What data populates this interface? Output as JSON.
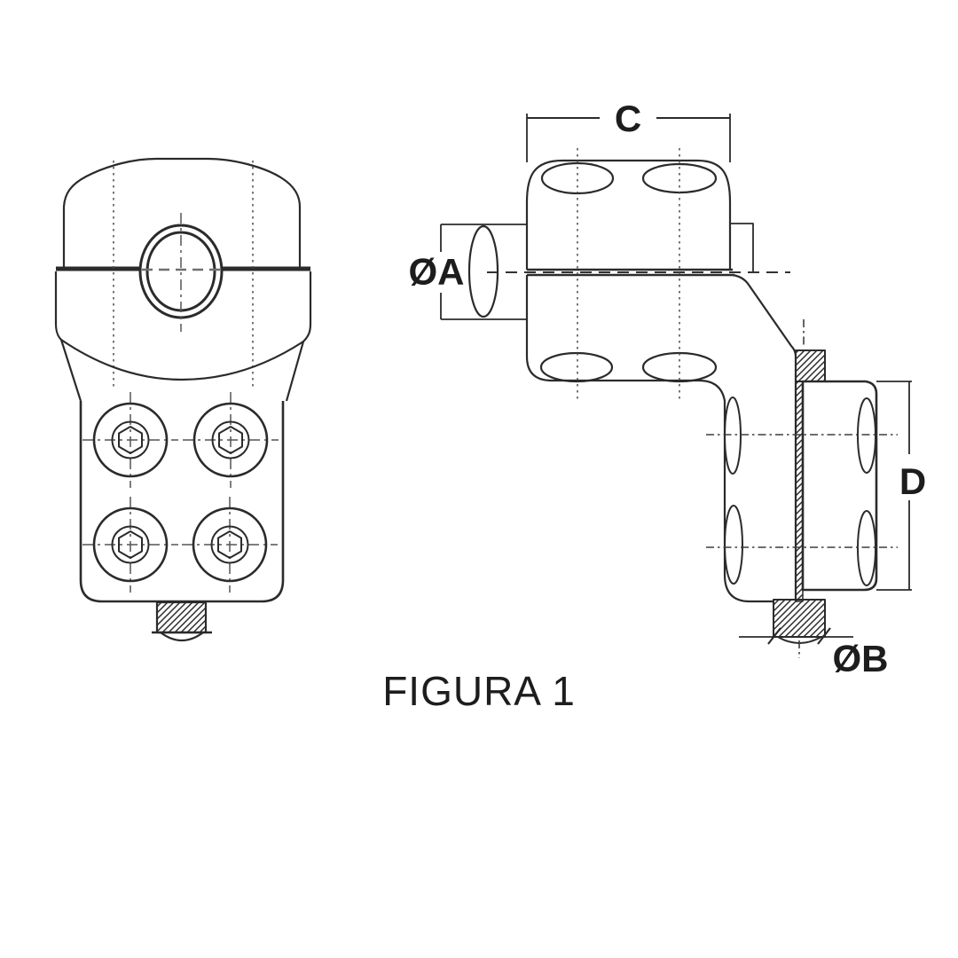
{
  "figure": {
    "caption": "FIGURA 1",
    "dimensions": {
      "width_top": "C",
      "conductor_diameter": "ØA",
      "height_side": "D",
      "stud_diameter": "ØB"
    },
    "colors": {
      "line": "#2b2b2b",
      "background": "#ffffff"
    }
  }
}
